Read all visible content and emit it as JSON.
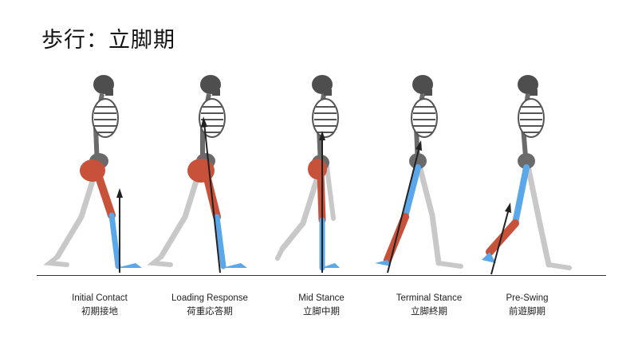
{
  "slide": {
    "title": "歩行：立脚期"
  },
  "colors": {
    "bone": "#c2c2c2",
    "skull": "#4e4e4e",
    "muscle": "#c8513a",
    "active_limb": "#5aa8ea",
    "arrow": "#222222"
  },
  "phases": [
    {
      "en": "Initial Contact",
      "ja": "初期接地"
    },
    {
      "en": "Loading Response",
      "ja": "荷重応答期"
    },
    {
      "en": "Mid Stance",
      "ja": "立脚中期"
    },
    {
      "en": "Terminal Stance",
      "ja": "立脚終期"
    },
    {
      "en": "Pre-Swing",
      "ja": "前遊脚期"
    }
  ]
}
